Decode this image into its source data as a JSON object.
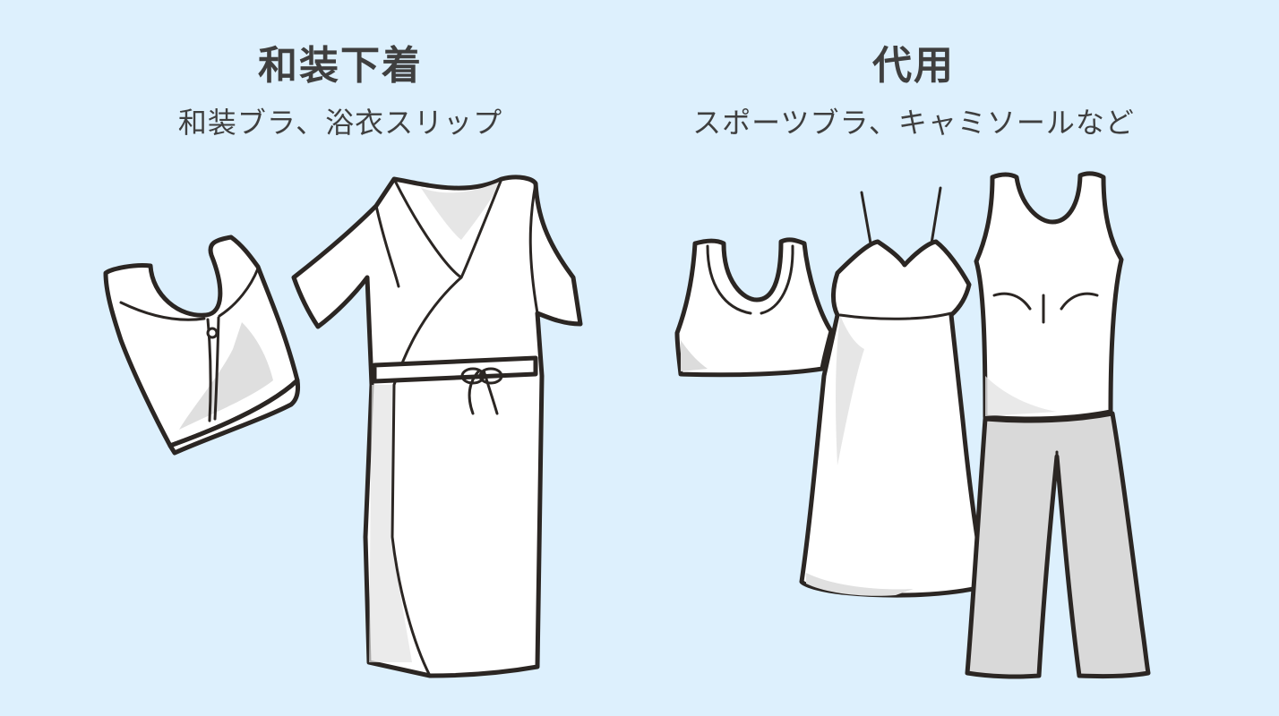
{
  "left": {
    "title": "和装下着",
    "subtitle": "和装ブラ、浴衣スリップ"
  },
  "right": {
    "title": "代用",
    "subtitle": "スポーツブラ、キャミソールなど"
  },
  "colors": {
    "background": "#ddf0fd",
    "text": "#3f3f3f",
    "outline": "#2b2623",
    "garment": "#ffffff",
    "shadow": "#dcdcdc",
    "pants": "#d9d9d9"
  }
}
